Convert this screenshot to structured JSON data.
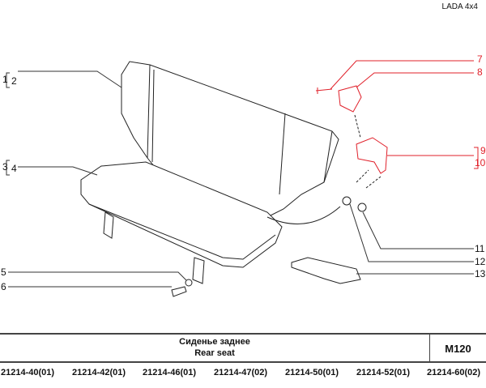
{
  "brand": "LADA 4x4",
  "callouts": {
    "c1": "1",
    "c2": "2",
    "c3": "3",
    "c4": "4",
    "c5": "5",
    "c6": "6",
    "c7": "7",
    "c8": "8",
    "c9": "9",
    "c10": "10",
    "c11": "11",
    "c12": "12",
    "c13": "13"
  },
  "colors": {
    "highlight": "#e0202a",
    "line": "#444444"
  },
  "footer": {
    "title_ru": "Сиденье заднее",
    "title_en": "Rear seat",
    "code": "M120",
    "models": [
      "21214-40(01)",
      "21214-42(01)",
      "21214-46(01)",
      "21214-47(02)",
      "21214-50(01)",
      "21214-52(01)",
      "21214-60(02)"
    ]
  }
}
